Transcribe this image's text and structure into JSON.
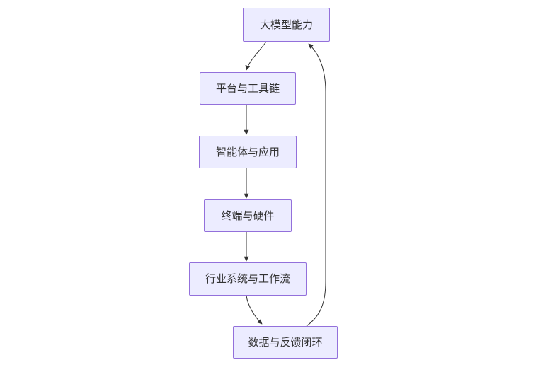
{
  "diagram": {
    "type": "flowchart",
    "direction": "top-down",
    "colors": {
      "background": "#ffffff",
      "node_fill": "#ECECFF",
      "node_border": "#9370DB",
      "edge_color": "#333333",
      "text_color": "#333333"
    },
    "nodes": [
      {
        "id": "model-capability",
        "label": "大模型能力"
      },
      {
        "id": "platform-toolchain",
        "label": "平台与工具链"
      },
      {
        "id": "agents-apps",
        "label": "智能体与应用"
      },
      {
        "id": "terminal-hardware",
        "label": "终端与硬件"
      },
      {
        "id": "industry-workflow",
        "label": "行业系统与工作流"
      },
      {
        "id": "data-feedback-loop",
        "label": "数据与反馈闭环"
      }
    ],
    "edges": [
      {
        "from": "大模型能力",
        "to": "平台与工具链"
      },
      {
        "from": "平台与工具链",
        "to": "智能体与应用"
      },
      {
        "from": "智能体与应用",
        "to": "终端与硬件"
      },
      {
        "from": "终端与硬件",
        "to": "行业系统与工作流"
      },
      {
        "from": "行业系统与工作流",
        "to": "数据与反馈闭环"
      },
      {
        "from": "数据与反馈闭环",
        "to": "大模型能力"
      }
    ]
  }
}
